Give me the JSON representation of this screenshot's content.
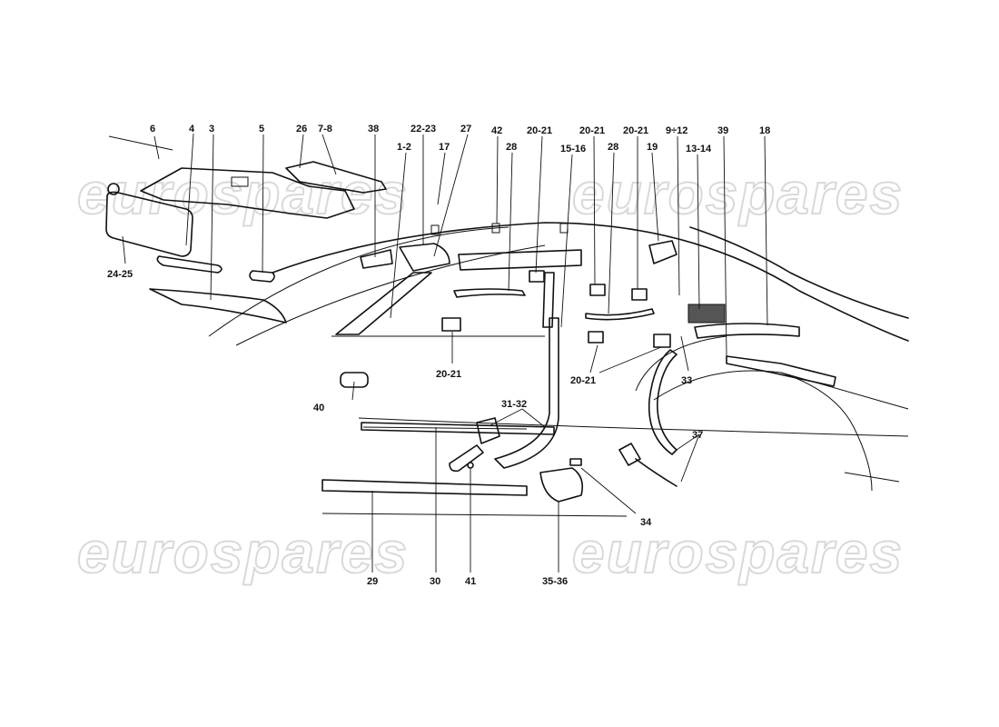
{
  "watermark": {
    "text": "eurospares"
  },
  "callouts": [
    "6",
    "4",
    "3",
    "5",
    "26",
    "7-8",
    "38",
    "22-23",
    "1-2",
    "17",
    "27",
    "42",
    "20-21",
    "28",
    "15-16",
    "20-21",
    "28",
    "20-21",
    "19",
    "9÷12",
    "13-14",
    "39",
    "18",
    "24-25",
    "20-21",
    "20-21",
    "33",
    "40",
    "31-32",
    "37",
    "34",
    "29",
    "30",
    "41",
    "35-36"
  ],
  "colors": {
    "line": "#111111",
    "watermark": "#d9d9d9",
    "background": "#ffffff"
  }
}
